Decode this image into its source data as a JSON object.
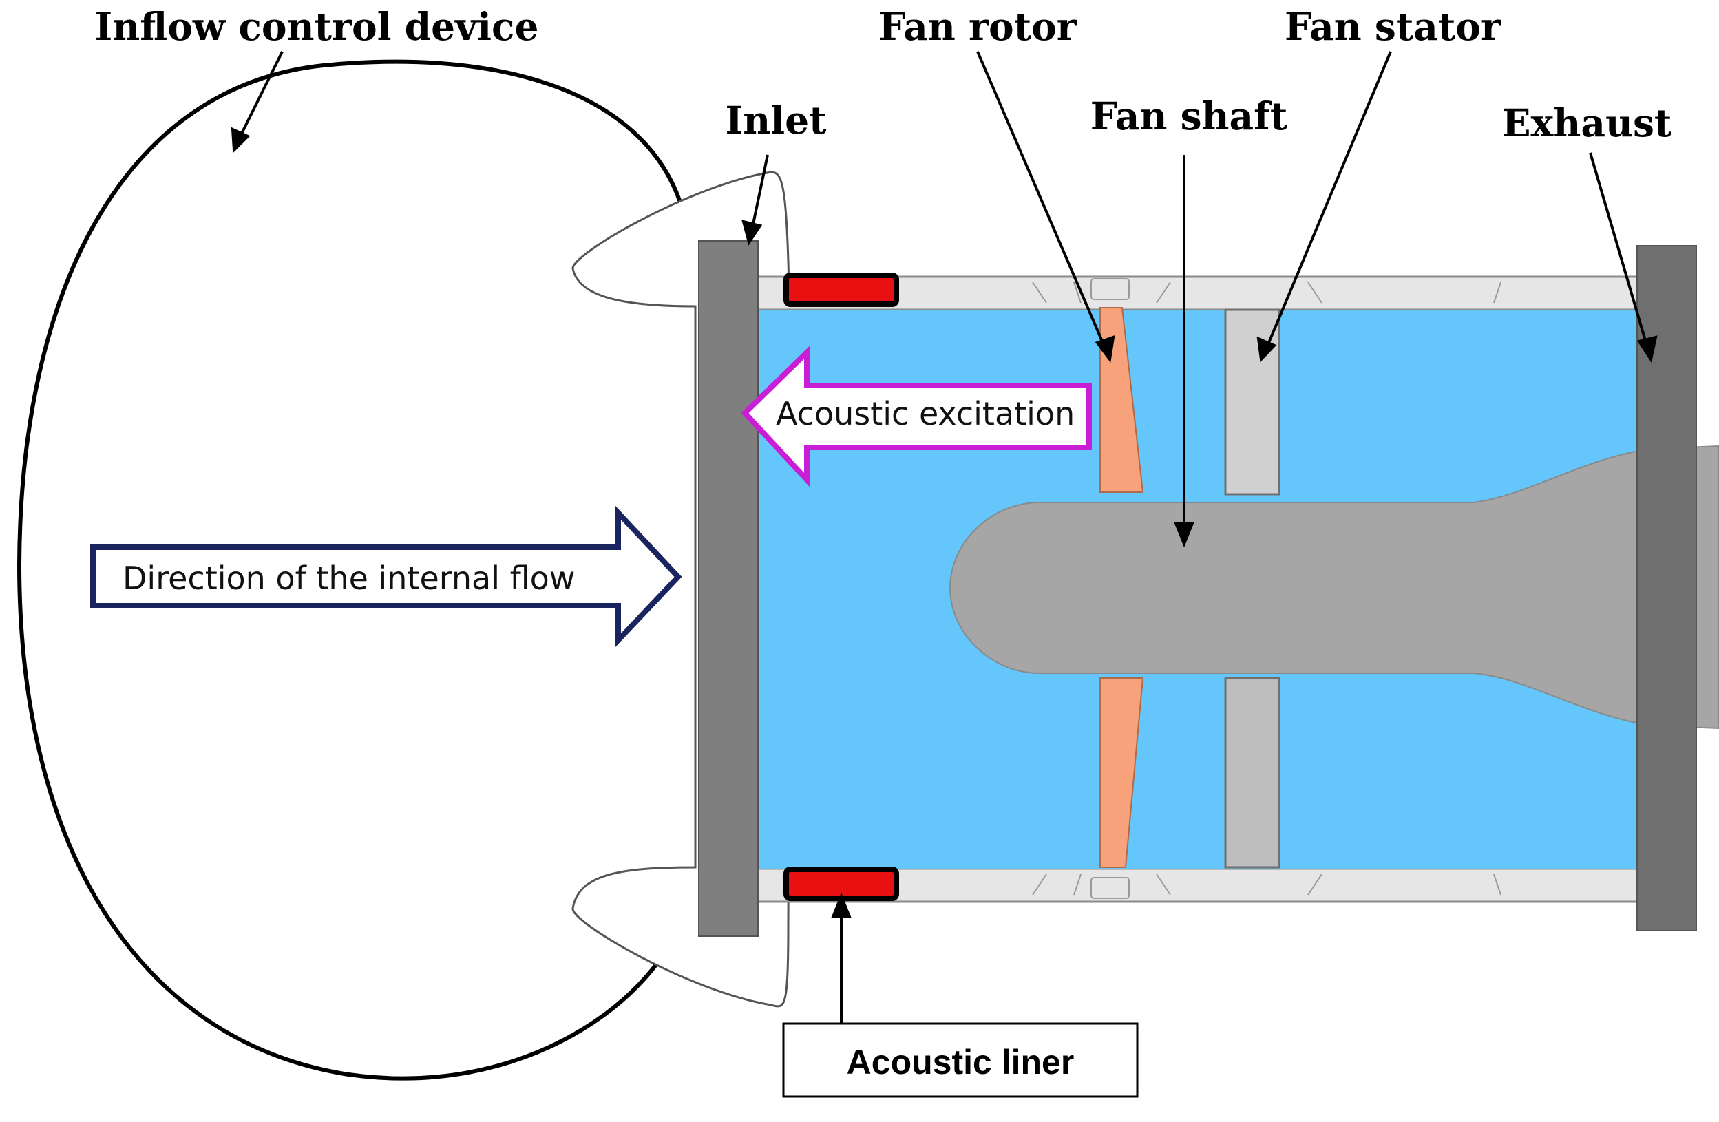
{
  "labels": {
    "inflow_control_device": "Inflow control device",
    "inlet": "Inlet",
    "fan_rotor": "Fan rotor",
    "fan_shaft": "Fan shaft",
    "fan_stator": "Fan stator",
    "exhaust": "Exhaust",
    "acoustic_excitation": "Acoustic excitation",
    "internal_flow": "Direction of the internal flow",
    "acoustic_liner": "Acoustic liner"
  },
  "colors": {
    "duct_interior": "#64c6fa",
    "flange": "#7f7f7f",
    "rotor_blade": "#f7a27a",
    "shaft": "#a6a6a6",
    "stator_vane": "#d0d0d0",
    "liner": "#e81010",
    "excitation_arrow_outline": "#c81ed6",
    "flow_arrow_outline": "#1a2560"
  }
}
